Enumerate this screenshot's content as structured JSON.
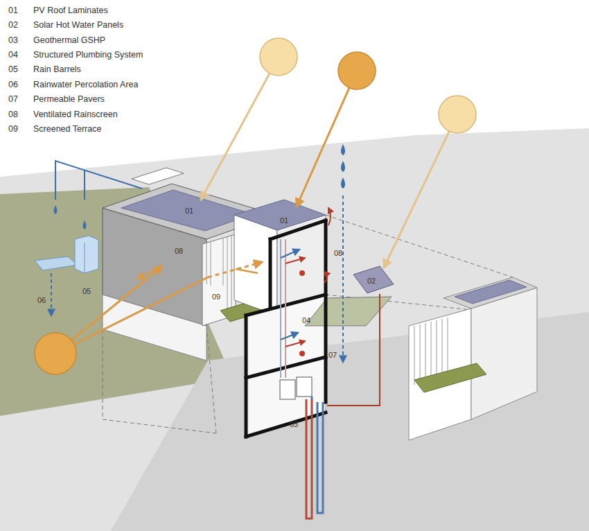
{
  "diagram": {
    "labels": [
      "01",
      "PV Roof Laminates",
      "02",
      "Solar Hot Water Panels",
      "03",
      "Geothermal GSHP",
      "04",
      "Structured Plumbing System",
      "05",
      "Rain Barrels",
      "06",
      "Rainwater Percolation Area",
      "07",
      "Permeable Pavers",
      "08",
      "Ventilated Rainscreen",
      "09",
      "Screened Terrace",
      "01",
      "01",
      "08",
      "08",
      "02",
      "09",
      "04",
      "07",
      "06",
      "05",
      "03"
    ]
  }
}
